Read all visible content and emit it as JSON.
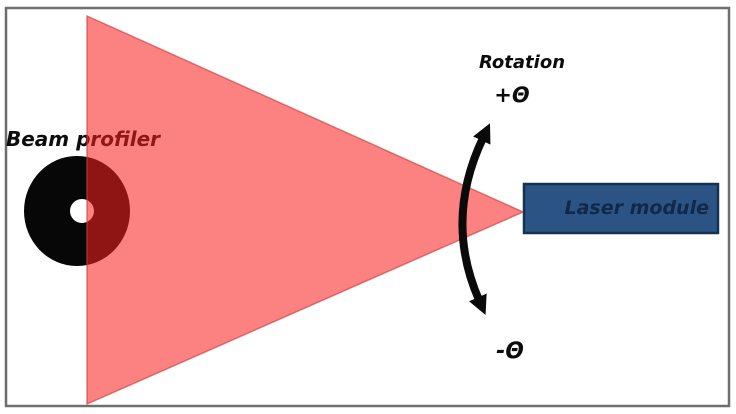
{
  "diagram": {
    "beam_profiler": {
      "label": "Beam profiler"
    },
    "laser_module": {
      "label": "Laser module"
    },
    "rotation": {
      "title": "Rotation",
      "positive": "+Θ",
      "negative": "-Θ"
    },
    "colors": {
      "background": "#FFFFFF",
      "frame_border": "#6E6E6E",
      "beam_fill": "rgba(250,30,30,0.56)",
      "beam_edge": "rgba(204,62,62,0.65)",
      "profiler_disc": "#070707",
      "aperture": "#FFFFFF",
      "arrow": "#0A0A0A",
      "module_fill": "#2B5384",
      "module_border": "#163253",
      "module_text": "#10294A",
      "label_text": "#0C0C0C"
    }
  }
}
